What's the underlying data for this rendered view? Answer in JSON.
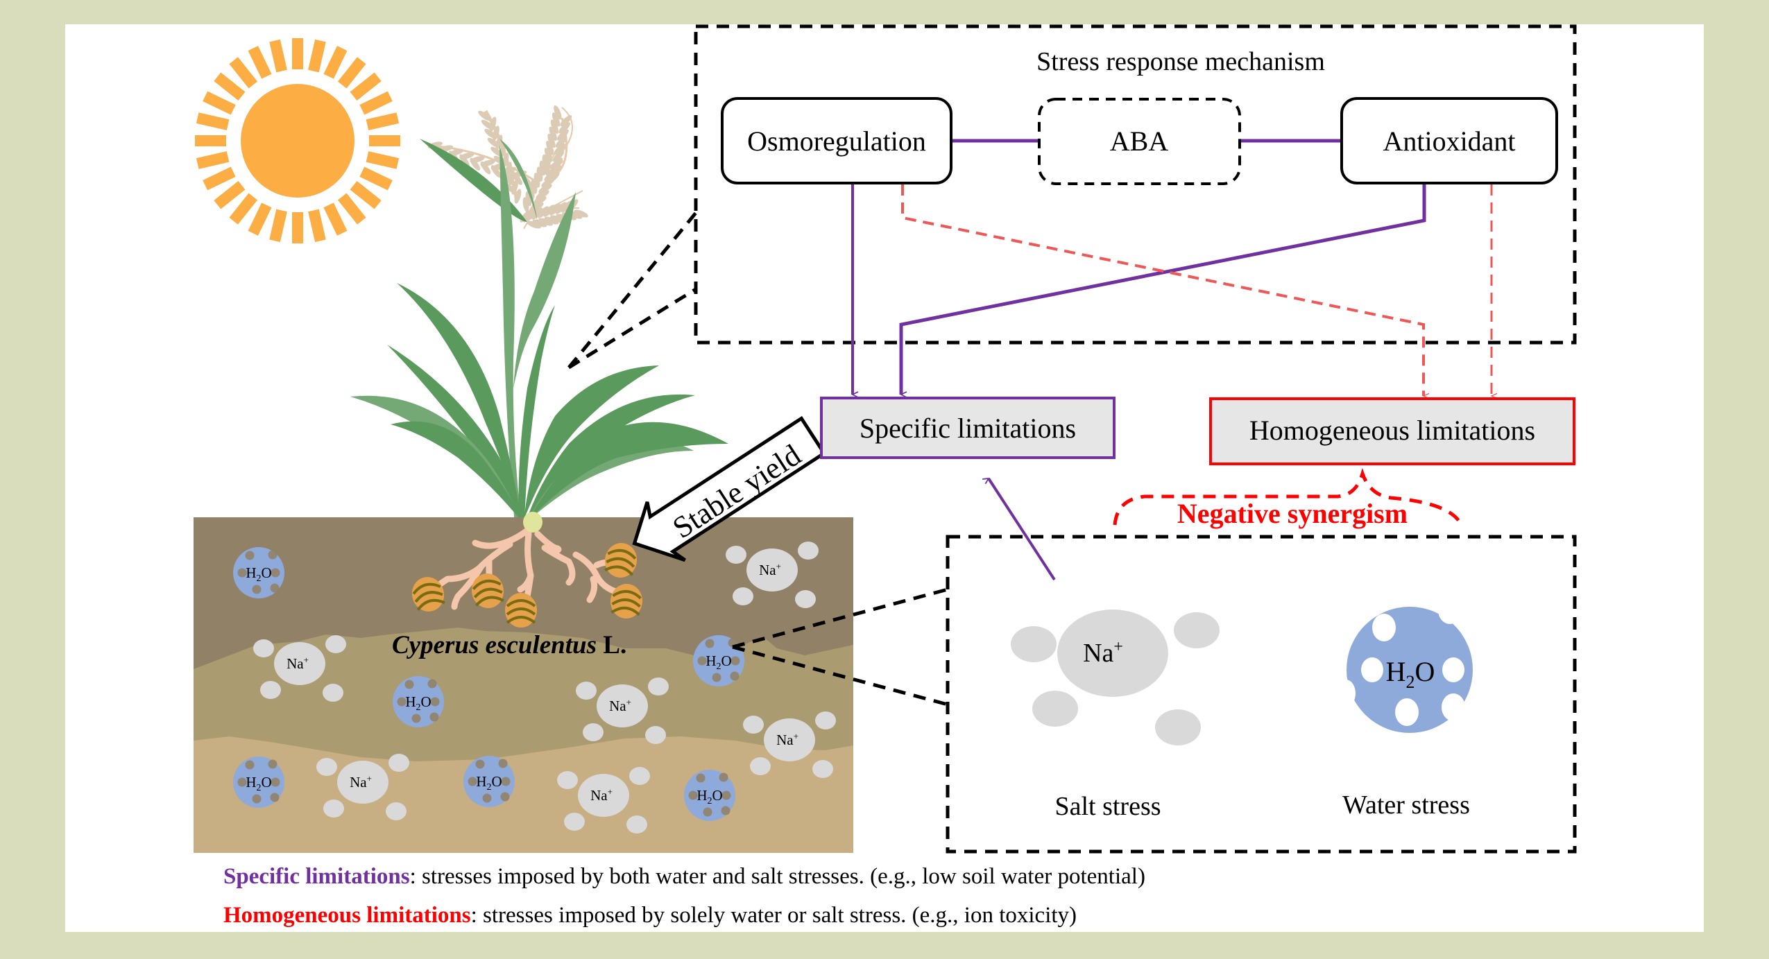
{
  "colors": {
    "page_bg": "#d9ddbc",
    "panel_bg": "#ffffff",
    "purple": "#7030a0",
    "red": "#ff0000",
    "light_red": "#ef5656",
    "box_fill": "#e6e6e6",
    "sun": "#fcae45",
    "soil_top": "#918167",
    "soil_mid": "#ab9b70",
    "soil_bottom": "#c7ae83",
    "water": "#8eaadb",
    "salt": "#d9d9d9",
    "leaf_dark": "#5a9a5c",
    "leaf_light": "#74a975",
    "root": "#f4c7ad",
    "tuber": "#e6a24a",
    "tuber_stripe": "#7a6a10",
    "panicle": "#dccbb4",
    "bulb": "#dfe59a"
  },
  "mechanism": {
    "title": "Stress response mechanism",
    "nodes": {
      "osmoregulation": "Osmoregulation",
      "aba": "ABA",
      "antioxidant": "Antioxidant"
    }
  },
  "limitations": {
    "specific": "Specific limitations",
    "homogeneous": "Homogeneous limitations"
  },
  "synergism_label": "Negative synergism",
  "stresses": {
    "salt": {
      "label": "Salt stress",
      "ion": "Na",
      "charge": "+"
    },
    "water": {
      "label": "Water stress",
      "molecule_prefix": "H",
      "subscript": "2",
      "molecule_suffix": "O"
    }
  },
  "plant": {
    "species_italic": "Cyperus esculentus",
    "species_suffix": " L.",
    "arrow_label": "Stable yield"
  },
  "soil_particles": {
    "water_label_prefix": "H",
    "water_label_sub": "2",
    "water_label_suffix": "O",
    "salt_label": "Na",
    "salt_charge": "+"
  },
  "legend": [
    {
      "term": "Specific limitations",
      "separator": ": ",
      "definition": "stresses imposed by both water and salt stresses. (e.g., low soil water potential)",
      "color": "#7030a0"
    },
    {
      "term": "Homogeneous limitations",
      "separator": ": ",
      "definition": "stresses imposed by solely water or salt stress. (e.g., ion toxicity)",
      "color": "#ff0000"
    }
  ]
}
